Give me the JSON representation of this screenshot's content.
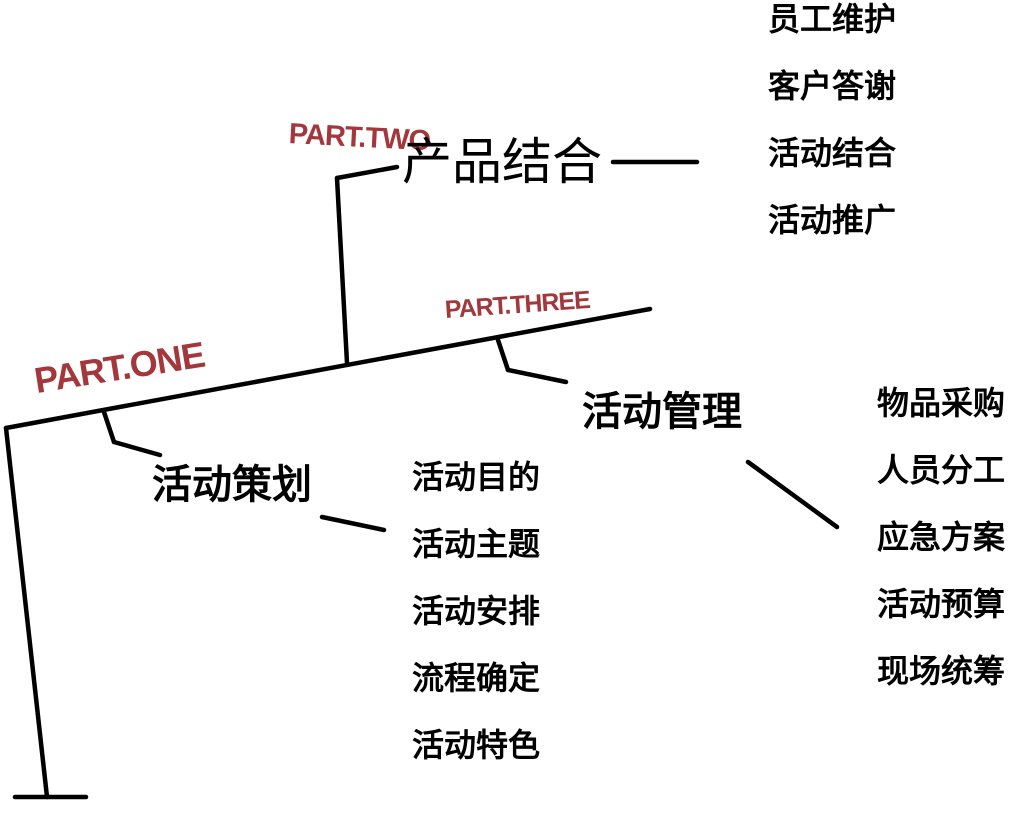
{
  "colors": {
    "line": "#000000",
    "part_label": "#a3373b",
    "text": "#000000"
  },
  "parts": {
    "one": {
      "label": "PART.ONE"
    },
    "two": {
      "label": "PART.TWO"
    },
    "three": {
      "label": "PART.THREE"
    }
  },
  "nodes": {
    "planning": {
      "title": "活动策划",
      "items": [
        "活动目的",
        "活动主题",
        "活动安排",
        "流程确定",
        "活动特色"
      ]
    },
    "product": {
      "title": "产品结合",
      "items": [
        "员工维护",
        "客户答谢",
        "活动结合",
        "活动推广"
      ]
    },
    "management": {
      "title": "活动管理",
      "items": [
        "物品采购",
        "人员分工",
        "应急方案",
        "活动预算",
        "现场统筹"
      ]
    }
  }
}
